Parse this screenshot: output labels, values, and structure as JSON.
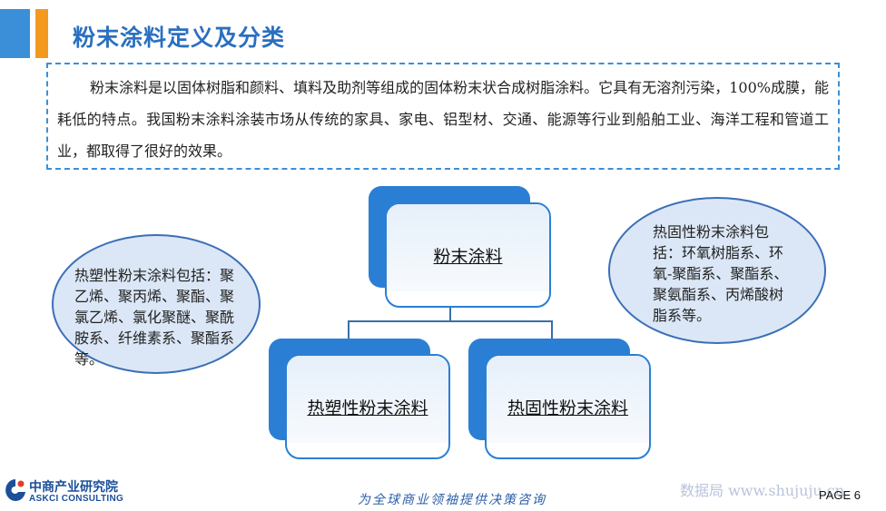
{
  "header": {
    "title": "粉末涂料定义及分类",
    "accent_colors": [
      "#3b8fd8",
      "#f39a1e"
    ]
  },
  "definition": {
    "text": "粉末涂料是以固体树脂和颜料、填料及助剂等组成的固体粉末状合成树脂涂料。它具有无溶剂污染，100%成膜，能耗低的特点。我国粉末涂料涂装市场从传统的家具、家电、铝型材、交通、能源等行业到船舶工业、海洋工程和管道工业，都取得了很好的效果。"
  },
  "diagram": {
    "root": {
      "label": "粉末涂料"
    },
    "children": [
      {
        "label": "热塑性粉末涂料"
      },
      {
        "label": "热固性粉末涂料"
      }
    ],
    "notes": {
      "thermoplastic": "热塑性粉末涂料包括：聚乙烯、聚丙烯、聚酯、聚氯乙烯、氯化聚醚、聚酰胺系、纤维素系、聚酯系等。",
      "thermoset": "热固性粉末涂料包括：环氧树脂系、环氧-聚酯系、聚酯系、聚氨酯系、丙烯酸树脂系等。"
    },
    "colors": {
      "box": "#2a7fd4",
      "ellipse_fill": "#dbe7f6",
      "ellipse_border": "#3b6fb6"
    }
  },
  "footer": {
    "logo_cn": "中商产业研究院",
    "logo_en": "ASKCI CONSULTING",
    "slogan": "为全球商业领袖提供决策咨询",
    "watermark": "数据局 www.shujuju.cn",
    "page": "PAGE 6"
  }
}
